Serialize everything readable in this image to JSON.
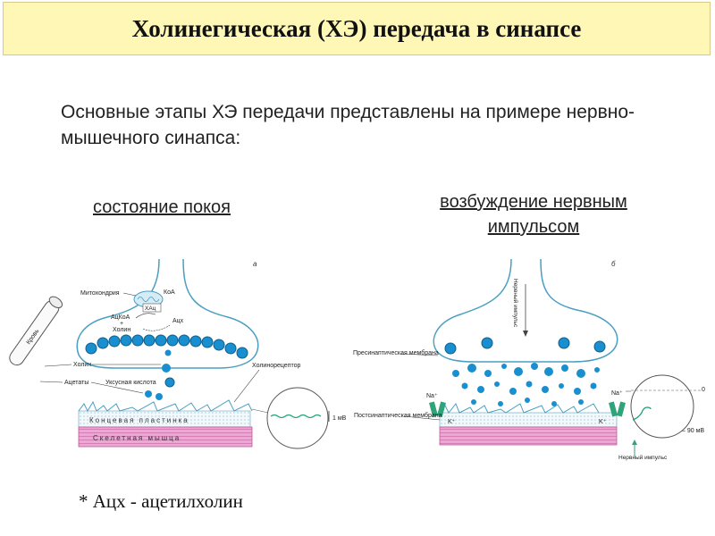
{
  "title": "Холинегическая (ХЭ) передача в синапсе",
  "intro": "Основные этапы ХЭ передачи представлены на примере нервно-мышечного синапса:",
  "captions": {
    "rest": "состояние покоя",
    "excitation": "возбуждение нервным импульсом"
  },
  "footnote": "* Ацх - ацетилхолин",
  "panel_a": {
    "letter": "а",
    "labels": {
      "mitochondria": "Митохондрия",
      "koa": "КоА",
      "ach_box": "ХАц",
      "acetyl_koa": "АцКоА",
      "plus": "+",
      "choline_top": "Холин",
      "ach": "Ацх",
      "blood": "Кровь",
      "choline": "Холин",
      "acetates": "Ацетаты",
      "acetic_acid": "Уксусная кислота",
      "cholinoreceptor": "Холинорецептор",
      "end_plate": "Концевая пластинка",
      "muscle": "Скелетная мышца",
      "scale": "1 мВ"
    }
  },
  "panel_b": {
    "letter": "б",
    "labels": {
      "nerve_impulse_axon": "Нервный импульс",
      "presynaptic": "Пресинаптическая мембрана",
      "postsynaptic": "Постсинаптическая мембрана",
      "na_left": "Na⁺",
      "k_left": "K⁺",
      "na_right": "Na⁺",
      "k_right": "K⁺",
      "zero": "0",
      "minus90": "– 90 мВ",
      "nerve_impulse_bottom": "Нервный импульс"
    }
  },
  "colors": {
    "title_bg": "#fff7b5",
    "neuron": "#4a9fc0",
    "vesicle": "#1a8fd0",
    "muscle": "#d17ab3"
  }
}
